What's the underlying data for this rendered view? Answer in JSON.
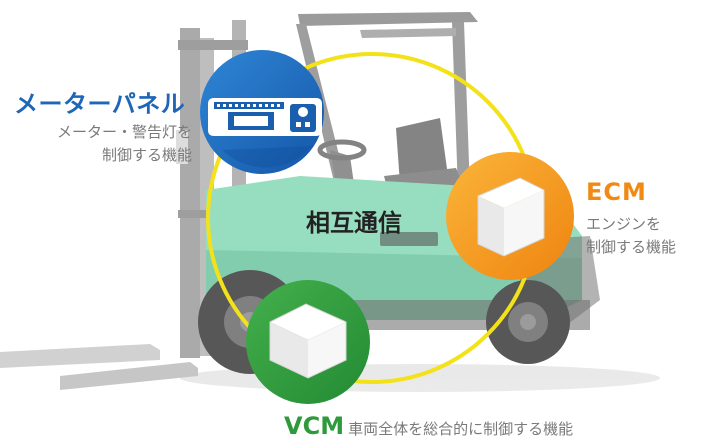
{
  "modules": {
    "meter_panel": {
      "title": "メーターパネル",
      "desc_line1": "メーター・警告灯を",
      "desc_line2": "制御する機能",
      "color": "#1e66b8"
    },
    "ecm": {
      "title": "ECM",
      "desc_line1": "エンジンを",
      "desc_line2": "制御する機能",
      "color": "#f49a1e"
    },
    "vcm": {
      "title": "VCM",
      "desc": "車両全体を総合的に制御する機能",
      "color": "#2f9a3c"
    }
  },
  "center_label": "相互通信",
  "ring_color": "#f3e21a",
  "forklift_body_color": "#7fd4b2",
  "icons": [
    "forklift-image",
    "meter-panel-icon",
    "ecm-box-icon",
    "vcm-box-icon",
    "communication-ring"
  ]
}
